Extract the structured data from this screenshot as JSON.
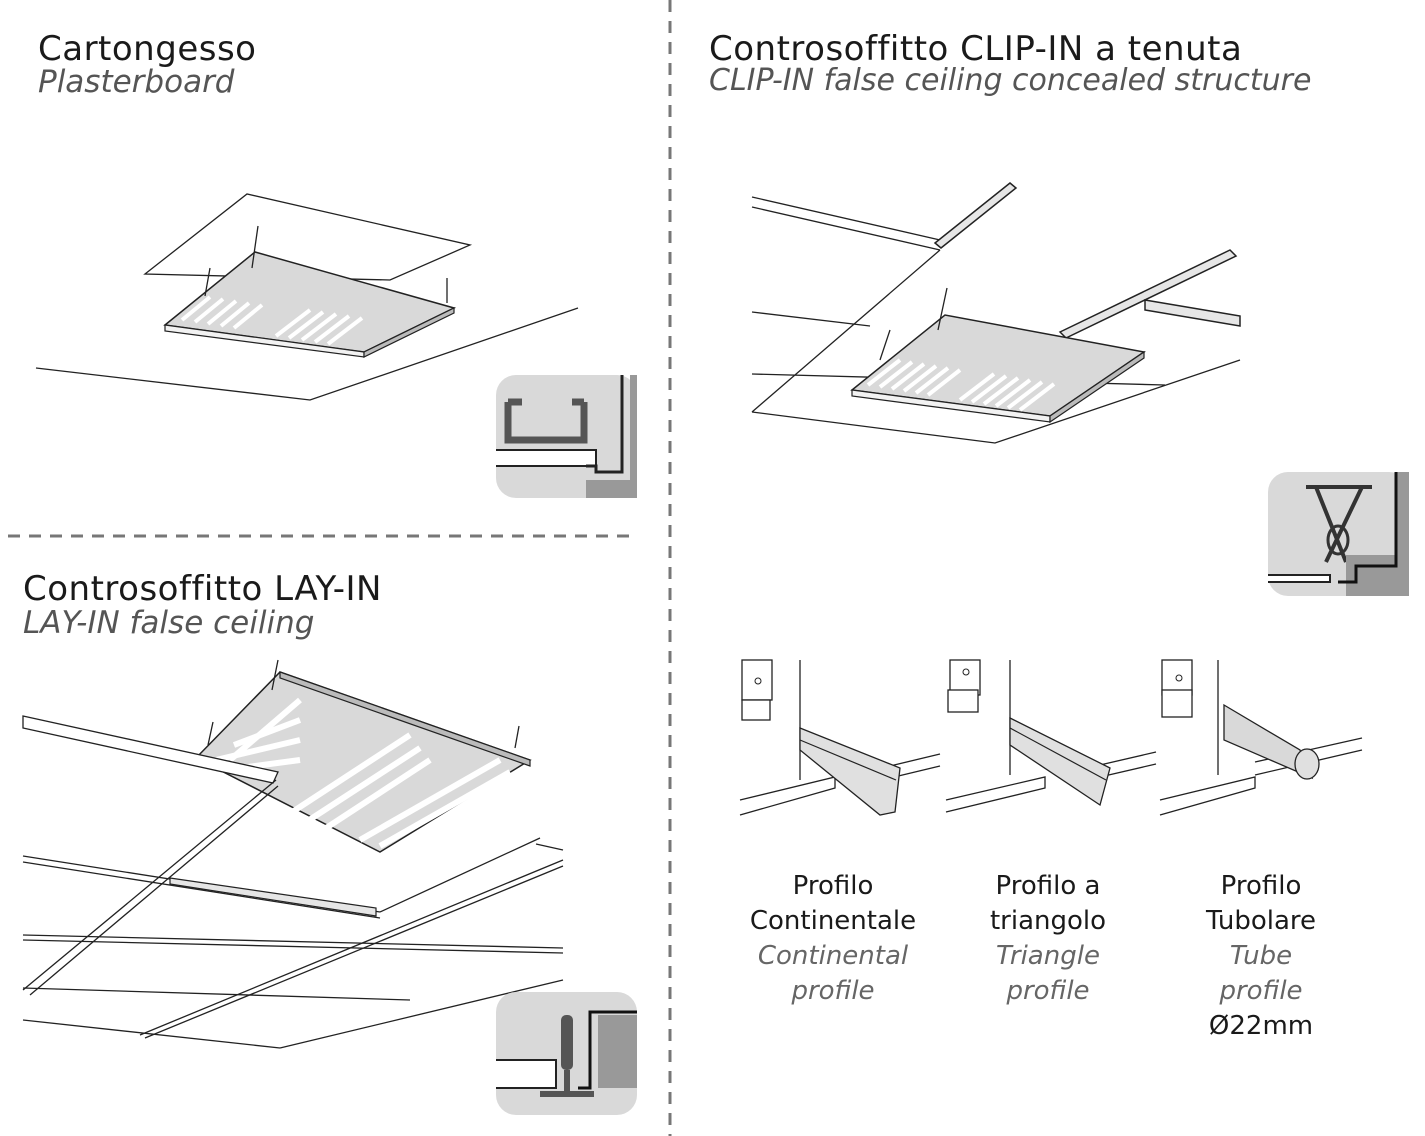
{
  "sections": {
    "plasterboard": {
      "title": "Cartongesso",
      "subtitle": "Plasterboard"
    },
    "clip_in": {
      "title": "Controsoffitto CLIP-IN a tenuta",
      "subtitle": "CLIP-IN false ceiling concealed structure"
    },
    "lay_in": {
      "title": "Controsoffitto LAY-IN",
      "subtitle": "LAY-IN false ceiling"
    }
  },
  "profiles": [
    {
      "name_it_1": "Profilo",
      "name_it_2": "Continentale",
      "name_en_1": "Continental",
      "name_en_2": "profile",
      "size": ""
    },
    {
      "name_it_1": "Profilo a",
      "name_it_2": "triangolo",
      "name_en_1": "Triangle",
      "name_en_2": "profile",
      "size": ""
    },
    {
      "name_it_1": "Profilo",
      "name_it_2": "Tubolare",
      "name_en_1": "Tube",
      "name_en_2": "profile",
      "size": "Ø22mm"
    }
  ],
  "colors": {
    "line": "#333333",
    "panel": "#d9d9d9",
    "icon_bg": "#d9d9d9",
    "divider": "#777777"
  }
}
